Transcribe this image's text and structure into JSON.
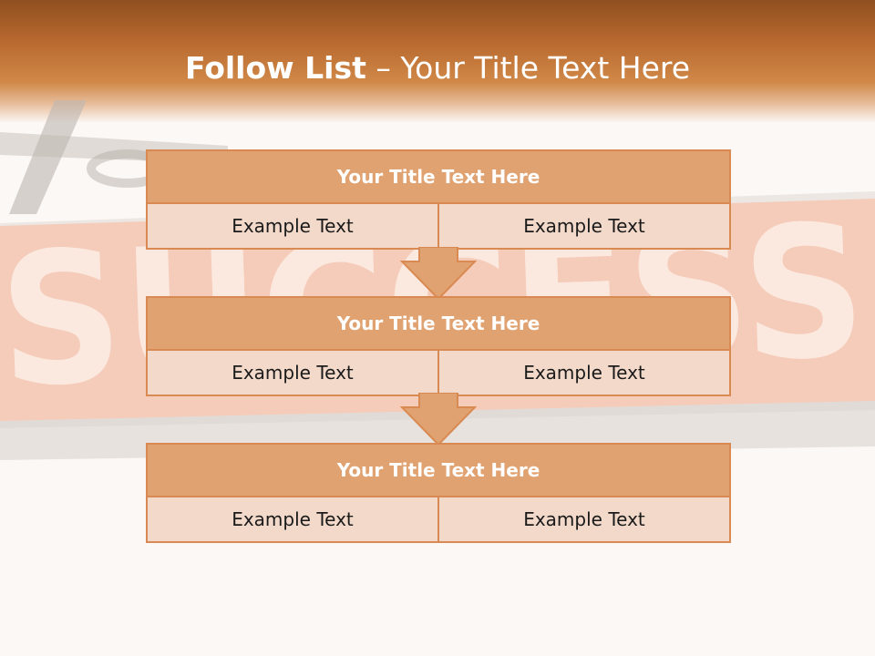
{
  "slide": {
    "title_strong": "Follow List",
    "title_rest": " – Your Title Text Here"
  },
  "blocks": [
    {
      "title": "Your Title Text Here",
      "left": "Example Text",
      "right": "Example Text"
    },
    {
      "title": "Your Title Text Here",
      "left": "Example Text",
      "right": "Example Text"
    },
    {
      "title": "Your Title Text Here",
      "left": "Example Text",
      "right": "Example Text"
    }
  ],
  "background": {
    "banner_text": "SUCCESS"
  },
  "colors": {
    "header_dark": "#8f4f1f",
    "header_mid": "#d08847",
    "block_header": "#e1a271",
    "block_body": "#f3d9ca",
    "border": "#d98a52"
  }
}
